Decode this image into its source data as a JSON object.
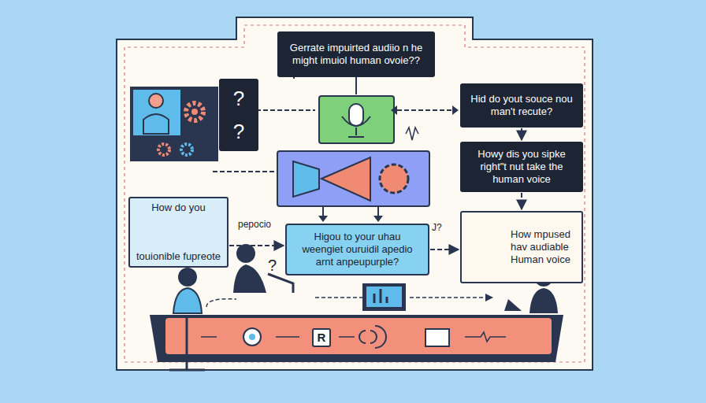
{
  "diagram": {
    "nodes": [
      {
        "text": [
          "Gerrate impuirted audiio n he might imuiol human ovoie??"
        ]
      },
      {
        "text": [
          "?",
          "?"
        ]
      },
      {
        "text": [
          "Hid do yout souce nou man't recute?"
        ]
      },
      {
        "text": [
          "Howy dis you sipke right\"t nut take the human voice"
        ]
      },
      {
        "text": [
          "How do you",
          "touionible fupreote"
        ]
      },
      {
        "text": [
          "Higou to your uhau weengiet ouruidil apedio arnt anpeupurple?"
        ]
      },
      {
        "text": [
          "How mpused hav audiable Human voice"
        ]
      },
      {
        "text": [
          "R"
        ]
      }
    ],
    "edges": [
      {
        "from": 2,
        "to": 3,
        "arrow": "to"
      },
      {
        "from": 3,
        "to": 6,
        "arrow": "to"
      },
      {
        "from": 4,
        "to": 5,
        "arrow": "to"
      },
      {
        "from": 5,
        "to": 6,
        "arrow": "to"
      }
    ],
    "labels": [
      "pepocio",
      "?",
      "J?"
    ]
  }
}
